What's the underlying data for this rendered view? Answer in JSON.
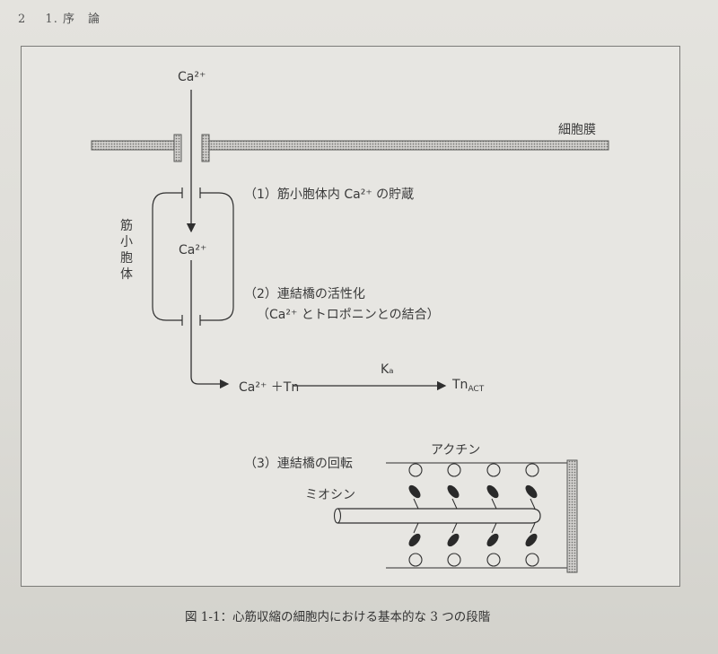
{
  "running_head": {
    "page": "2",
    "section": "1. 序　論"
  },
  "labels": {
    "ca_top": "Ca²⁺",
    "membrane": "細胞膜",
    "step1": "（1）筋小胞体内 Ca²⁺ の貯蔵",
    "sr_vertical": [
      "筋",
      "小",
      "胞",
      "体"
    ],
    "ca_mid": "Ca²⁺",
    "step2": "（2）連結橋の活性化",
    "step2_sub": "（Ca²⁺ とトロポニンとの結合）",
    "reaction_left": "Ca²⁺ ＋Tn",
    "ka": "Kₐ",
    "reaction_right": "Tn",
    "reaction_right_sub": "ACT",
    "step3": "（3）連結橋の回転",
    "actin": "アクチン",
    "myosin": "ミオシン"
  },
  "caption": "図 1-1：心筋収縮の細胞内における基本的な 3 つの段階",
  "colors": {
    "ink": "#2f2f2f",
    "hatch": "#6f6f6c"
  }
}
